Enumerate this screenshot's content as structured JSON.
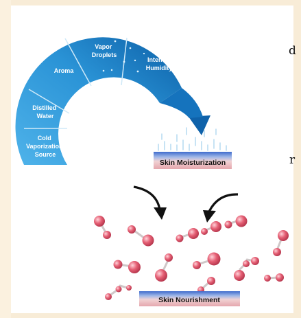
{
  "diagram": {
    "arc_segments": [
      {
        "label_lines": [
          "Cold",
          "Vaporization",
          "Source"
        ]
      },
      {
        "label_lines": [
          "Distilled",
          "Water"
        ]
      },
      {
        "label_lines": [
          "Aroma"
        ]
      },
      {
        "label_lines": [
          "Vapor",
          "Droplets"
        ]
      },
      {
        "label_lines": [
          "Intense",
          "Humidity"
        ]
      }
    ],
    "moisturization_label": "Skin Moisturization",
    "nourishment_label": "Skin Nourishment"
  },
  "cut_text": {
    "top": "d",
    "middle": "r"
  },
  "colors": {
    "arc_dark": "#0b5fa3",
    "arc_light": "#3aa6e0",
    "molecule": "#e05a6e",
    "bar_top": "#3b66c4",
    "bar_bottom": "#e9b7bb"
  }
}
